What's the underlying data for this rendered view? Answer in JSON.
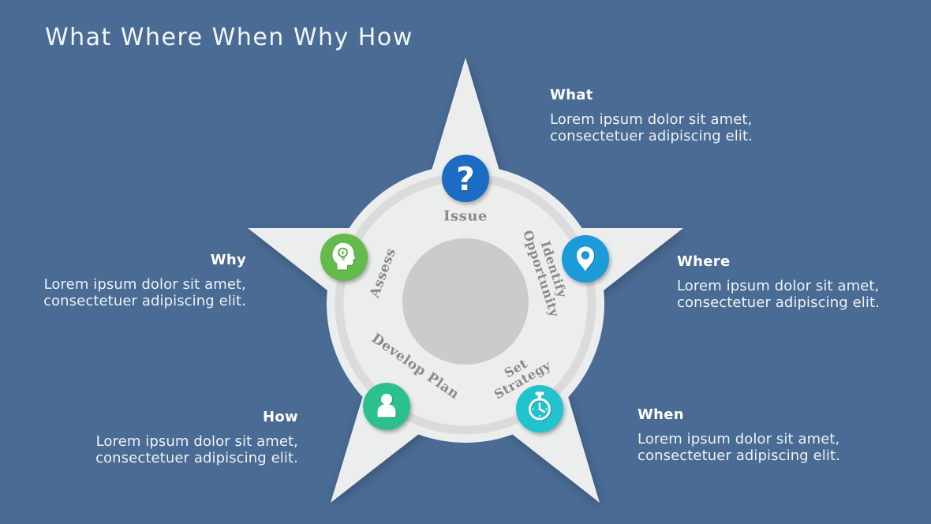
{
  "title": "What Where When Why How",
  "wheel": {
    "issue_label": "Issue",
    "identify_line1": "Identify",
    "identify_line2": "Opportunity",
    "set_line1": "Set",
    "set_line2": "Strategy",
    "develop_label": "Develop Plan",
    "assess_label": "Assess"
  },
  "glyphs": {
    "question_mark": "?"
  },
  "icons": {
    "issue": "question-mark-icon",
    "identify": "location-pin-icon",
    "set": "stopwatch-icon",
    "develop": "person-icon",
    "assess": "head-lightbulb-icon"
  },
  "sections": {
    "what": {
      "heading": "What",
      "body1": "Lorem ipsum dolor sit amet,",
      "body2": "consectetuer adipiscing elit."
    },
    "where": {
      "heading": "Where",
      "body1": "Lorem ipsum dolor sit amet,",
      "body2": "consectetuer adipiscing elit."
    },
    "when": {
      "heading": "When",
      "body1": "Lorem ipsum dolor sit amet,",
      "body2": "consectetuer adipiscing elit."
    },
    "why": {
      "heading": "Why",
      "body1": "Lorem ipsum dolor sit amet,",
      "body2": "consectetuer adipiscing elit."
    },
    "how": {
      "heading": "How",
      "body1": "Lorem ipsum dolor sit amet,",
      "body2": "consectetuer adipiscing elit."
    }
  },
  "colors": {
    "background": "#4A6B94",
    "star": "#ECEDED",
    "disc": "#ECEDED",
    "ring": "#DBDBDB",
    "hub": "#CBCBCB",
    "label": "#8A8A8A",
    "issue": "#1B6CC2",
    "identify": "#1B9BD8",
    "set": "#20C3CE",
    "develop": "#2DC08F",
    "assess": "#64BA4A",
    "bulb_green": "#56AC3F",
    "white": "#FFFFFF"
  }
}
